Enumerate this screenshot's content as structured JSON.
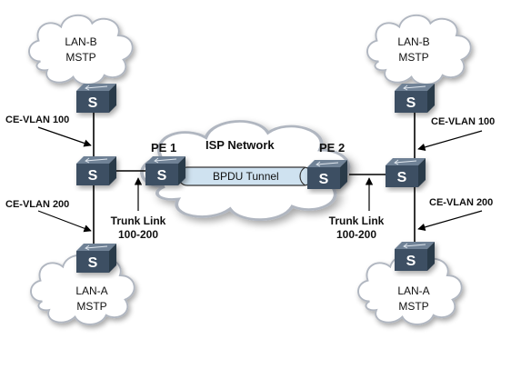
{
  "diagram": {
    "clouds": {
      "lan_b_left": {
        "line1": "LAN-B",
        "line2": "MSTP"
      },
      "lan_b_right": {
        "line1": "LAN-B",
        "line2": "MSTP"
      },
      "lan_a_left": {
        "line1": "LAN-A",
        "line2": "MSTP"
      },
      "lan_a_right": {
        "line1": "LAN-A",
        "line2": "MSTP"
      },
      "isp": {
        "label": "ISP Network"
      }
    },
    "labels": {
      "ce_vlan_100_left": "CE-VLAN 100",
      "ce_vlan_200_left": "CE-VLAN 200",
      "ce_vlan_100_right": "CE-VLAN 100",
      "ce_vlan_200_right": "CE-VLAN 200",
      "pe1": "PE 1",
      "pe2": "PE 2",
      "bpdu_tunnel": "BPDU Tunnel",
      "trunk_left_line1": "Trunk Link",
      "trunk_left_line2": "100-200",
      "trunk_right_line1": "Trunk Link",
      "trunk_right_line2": "100-200"
    },
    "switch_icon_letter": "S",
    "colors": {
      "switch_front": "#3d4f63",
      "switch_top": "#6f8296",
      "switch_side": "#2c3a4a",
      "cloud_fill": "#ffffff",
      "cloud_stroke": "#b0b6c0",
      "tunnel_fill": "#cfe2f0",
      "link": "#000000"
    }
  }
}
